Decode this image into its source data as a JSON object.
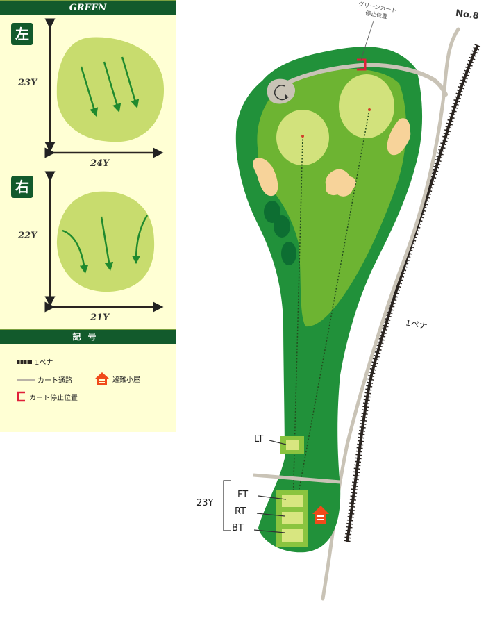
{
  "green_panel": {
    "header": "GREEN",
    "left_green": {
      "badge": "左",
      "depth_label": "23Y",
      "width_label": "24Y",
      "slope_arrows": [
        "straight-down-right",
        "straight-down-right",
        "straight-down-right"
      ]
    },
    "right_green": {
      "badge": "右",
      "depth_label": "22Y",
      "width_label": "21Y",
      "slope_arrows": [
        "curve-down-right",
        "straight-down",
        "curve-down-left"
      ]
    }
  },
  "legend": {
    "header": "記号",
    "items": [
      {
        "icon": "ob-fence-icon",
        "label": "1ペナ"
      },
      {
        "icon": "cart-path-icon",
        "label": "カート通路"
      },
      {
        "icon": "shelter-icon",
        "label": "避難小屋"
      },
      {
        "icon": "cart-stop-icon",
        "label": "カート停止位置"
      }
    ]
  },
  "hole_map": {
    "next_hole_label": "No.8",
    "green_cart_stop_label_line1": "グリーンカート",
    "green_cart_stop_label_line2": "停止位置",
    "penalty_label": "1ペナ",
    "tees": [
      {
        "label": "LT"
      },
      {
        "label": "FT"
      },
      {
        "label": "RT"
      },
      {
        "label": "BT"
      }
    ],
    "tee_span_label": "23Y"
  },
  "colors": {
    "header_green": "#125a2c",
    "panel_bg": "#ffffd4",
    "green_surface": "#c8dc6e",
    "rough": "#21913a",
    "fairway": "#6db432",
    "putting_green": "#d2e27c",
    "bunker": "#f7d39a",
    "trees": "#0d6e32",
    "cart_path": "#c9c3b6",
    "cart_stop": "#e0203a",
    "shelter": "#f04a1a",
    "slope_arrow": "#1f8a2e"
  }
}
